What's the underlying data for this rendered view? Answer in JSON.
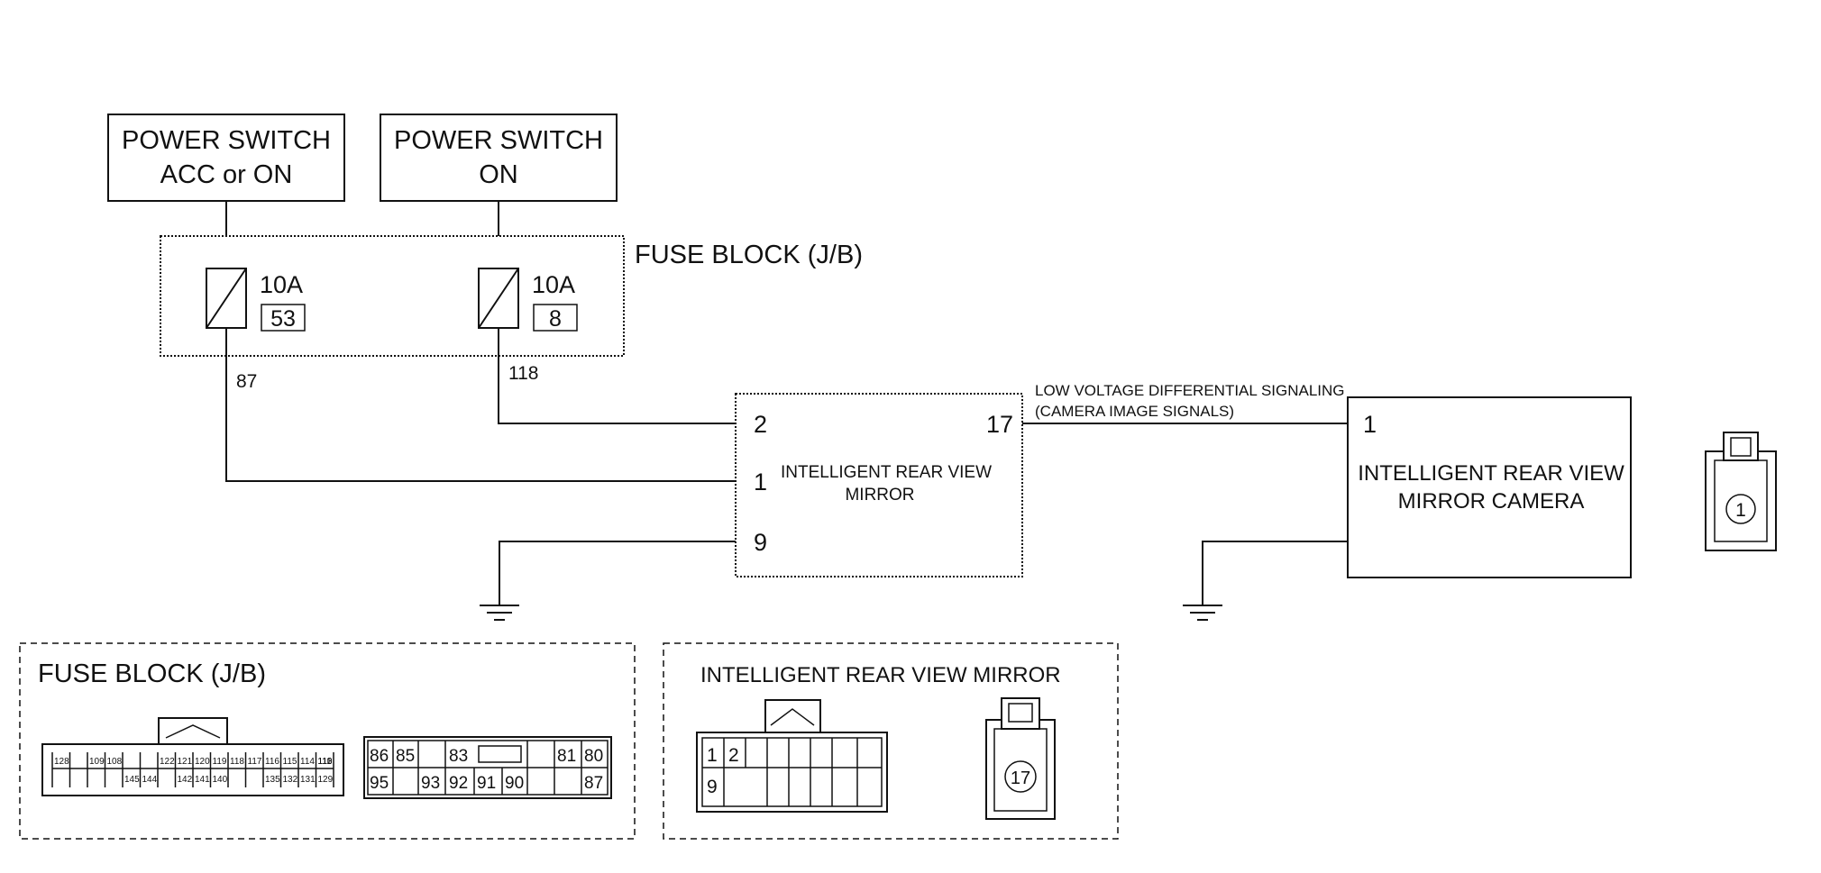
{
  "power_switch_acc": {
    "line1": "POWER SWITCH",
    "line2": "ACC or ON"
  },
  "power_switch_on": {
    "line1": "POWER SWITCH",
    "line2": "ON"
  },
  "fuse_block": {
    "label": "FUSE BLOCK (J/B)",
    "fuse_left": {
      "rating": "10A",
      "number": "53",
      "terminal": "87"
    },
    "fuse_right": {
      "rating": "10A",
      "number": "8",
      "terminal": "118"
    }
  },
  "mirror": {
    "line1": "INTELLIGENT REAR VIEW",
    "line2": "MIRROR",
    "pin_2": "2",
    "pin_1": "1",
    "pin_9": "9",
    "pin_17": "17"
  },
  "signal": {
    "line1": "LOW VOLTAGE DIFFERENTIAL SIGNALING",
    "line2": "(CAMERA IMAGE SIGNALS)"
  },
  "camera": {
    "line1": "INTELLIGENT REAR VIEW",
    "line2": "MIRROR CAMERA",
    "pin_1": "1",
    "connector_pin": "1"
  },
  "legend_fuse": {
    "title": "FUSE BLOCK (J/B)",
    "small_top": [
      "128",
      "109",
      "108",
      "122",
      "121",
      "120",
      "119",
      "118",
      "117",
      "116",
      "115",
      "114",
      "113",
      "111",
      "110"
    ],
    "small_bottom": [
      "145",
      "144",
      "142",
      "141",
      "140",
      "135",
      "132",
      "131",
      "129"
    ],
    "right_top": [
      "86",
      "85",
      "83",
      "81",
      "80"
    ],
    "right_bottom": [
      "95",
      "93",
      "92",
      "91",
      "90",
      "87"
    ]
  },
  "legend_mirror": {
    "title": "INTELLIGENT REAR VIEW MIRROR",
    "pin_1": "1",
    "pin_2": "2",
    "pin_9": "9",
    "round_pin": "17"
  }
}
